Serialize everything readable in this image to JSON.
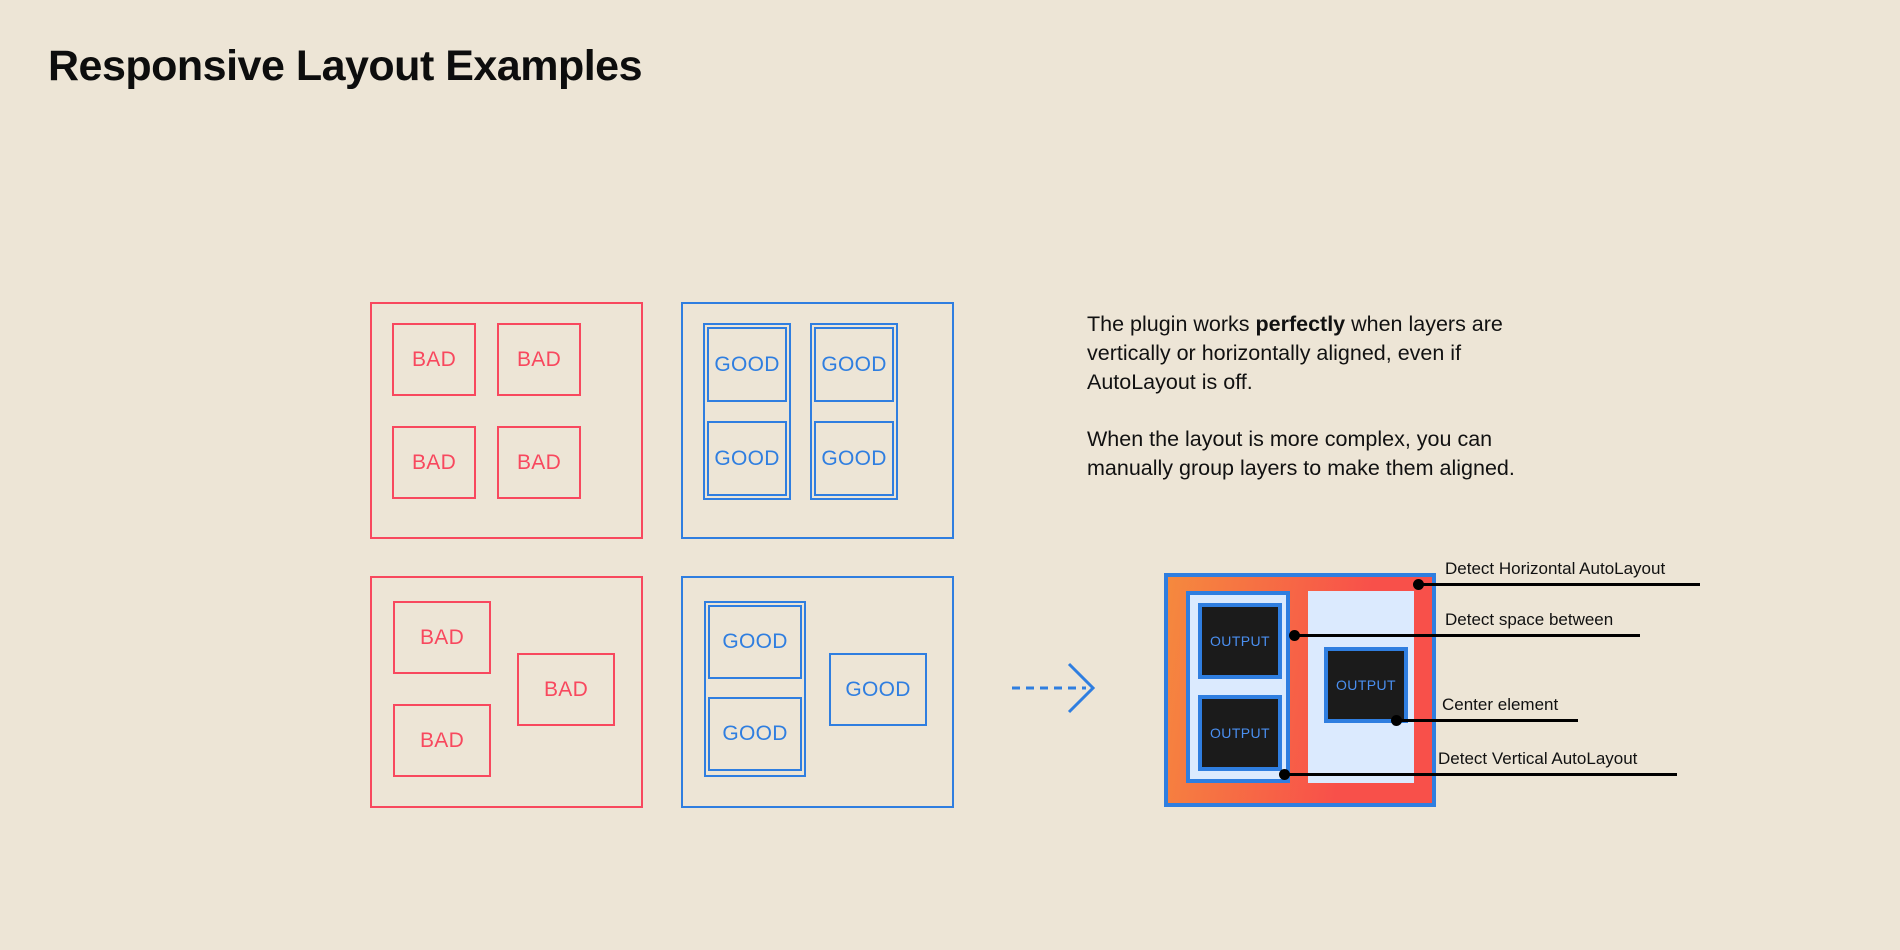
{
  "page": {
    "title": "Responsive Layout Examples",
    "background_color": "#ede5d6"
  },
  "colors": {
    "bad": "#f8485e",
    "good": "#2f7ee0",
    "text": "#111111",
    "mock_gradient_from": "#f5893e",
    "mock_gradient_to": "#f8504a",
    "mock_column_fill": "#dbeafe",
    "output_fill": "#1b1b1b",
    "output_text": "#4a8ff0"
  },
  "examples": {
    "bad_grid": {
      "label": "bad-grid-panel",
      "cells": [
        {
          "label": "BAD"
        },
        {
          "label": "BAD"
        },
        {
          "label": "BAD"
        },
        {
          "label": "BAD"
        }
      ]
    },
    "good_grid": {
      "label": "good-grid-panel",
      "groups": [
        {
          "cells": [
            {
              "label": "GOOD"
            },
            {
              "label": "GOOD"
            }
          ]
        },
        {
          "cells": [
            {
              "label": "GOOD"
            },
            {
              "label": "GOOD"
            }
          ]
        }
      ]
    },
    "bad_free": {
      "label": "bad-freeform-panel",
      "cells": [
        {
          "label": "BAD"
        },
        {
          "label": "BAD"
        },
        {
          "label": "BAD"
        }
      ]
    },
    "good_free": {
      "label": "good-freeform-panel",
      "groups": [
        {
          "cells": [
            {
              "label": "GOOD"
            },
            {
              "label": "GOOD"
            }
          ]
        }
      ],
      "loose_cells": [
        {
          "label": "GOOD"
        }
      ]
    }
  },
  "description": {
    "paragraph_1_before": "The plugin works ",
    "paragraph_1_bold": "perfectly",
    "paragraph_1_after": " when layers are vertically or horizontally aligned, even if AutoLayout is off.",
    "paragraph_2": "When the layout is more complex, you can manually group layers to make them aligned."
  },
  "arrow": {
    "name": "dashed-right-arrow",
    "style": "dashed",
    "color": "#2f7ee0"
  },
  "mockup": {
    "outputs": [
      {
        "label": "OUTPUT"
      },
      {
        "label": "OUTPUT"
      },
      {
        "label": "OUTPUT"
      }
    ],
    "annotations": [
      {
        "label": "Detect Horizontal AutoLayout"
      },
      {
        "label": "Detect space between"
      },
      {
        "label": "Center element"
      },
      {
        "label": "Detect Vertical AutoLayout"
      }
    ]
  }
}
